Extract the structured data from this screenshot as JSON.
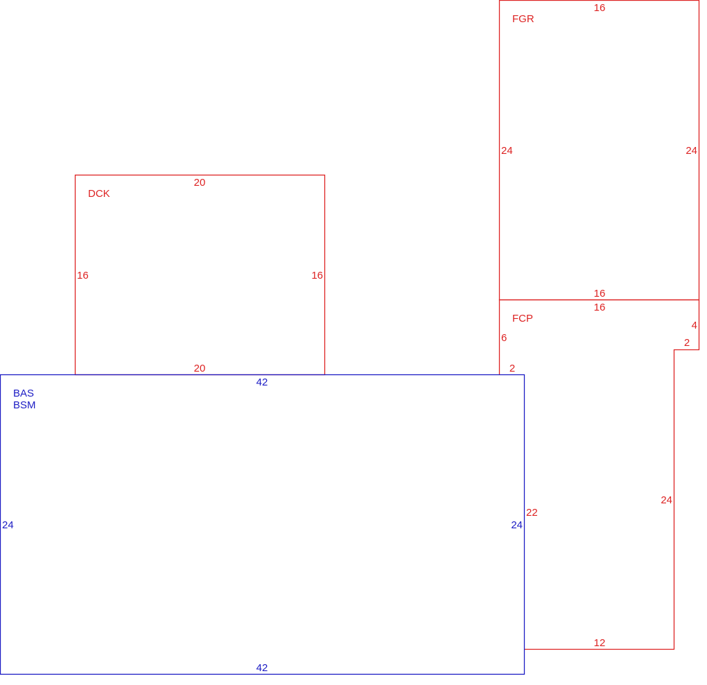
{
  "colors": {
    "red": "#dd2222",
    "blue": "#1b1bc4"
  },
  "areas": {
    "fgr": {
      "code": "FGR",
      "top": "16",
      "bottom": "16",
      "left": "24",
      "right": "24"
    },
    "dck": {
      "code": "DCK",
      "top": "20",
      "bottom": "20",
      "left": "16",
      "right": "16"
    },
    "fcp": {
      "code": "FCP",
      "top": "16",
      "right_upper": "4",
      "step": "2",
      "right_lower": "24",
      "bottom": "12",
      "left_upper": "6",
      "left_notch": "2",
      "left_lower": "22"
    },
    "bas": {
      "code_1": "BAS",
      "code_2": "BSM",
      "top": "42",
      "bottom": "42",
      "left": "24",
      "right": "24"
    }
  }
}
